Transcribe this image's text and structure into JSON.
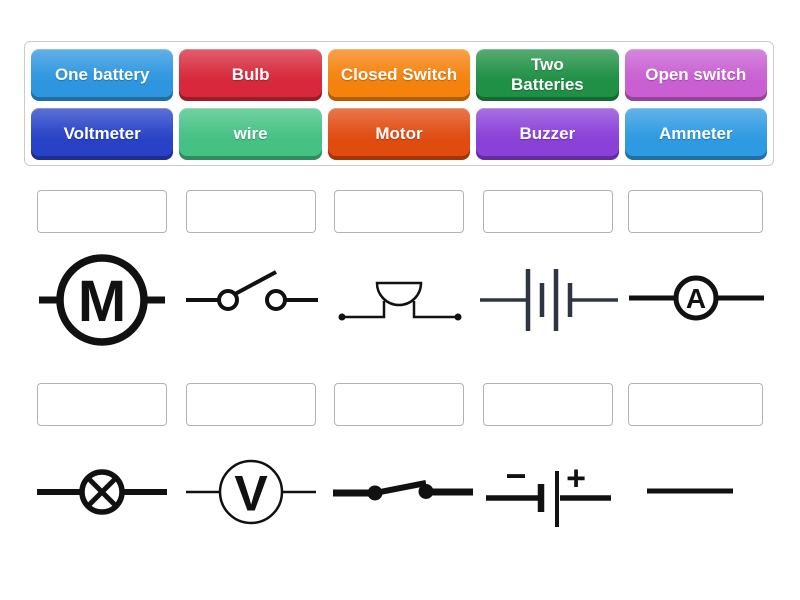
{
  "word_bank": {
    "tiles": [
      {
        "label": "One battery",
        "color": "#2E96E0"
      },
      {
        "label": "Bulb",
        "color": "#D7293B"
      },
      {
        "label": "Closed Switch",
        "color": "#F5820D"
      },
      {
        "label": "Two Batteries",
        "color": "#1F9045"
      },
      {
        "label": "Open switch",
        "color": "#C95FD3"
      },
      {
        "label": "Voltmeter",
        "color": "#2742C6"
      },
      {
        "label": "wire",
        "color": "#45C184"
      },
      {
        "label": "Motor",
        "color": "#E04B10"
      },
      {
        "label": "Buzzer",
        "color": "#8A41D8"
      },
      {
        "label": "Ammeter",
        "color": "#2E9AE2"
      }
    ]
  },
  "board": {
    "rows": [
      {
        "slots": [
          "",
          "",
          "",
          "",
          ""
        ],
        "symbols": [
          {
            "name": "motor",
            "letter": "M"
          },
          {
            "name": "open-switch"
          },
          {
            "name": "buzzer"
          },
          {
            "name": "two-batteries"
          },
          {
            "name": "ammeter",
            "letter": "A"
          }
        ]
      },
      {
        "slots": [
          "",
          "",
          "",
          "",
          ""
        ],
        "symbols": [
          {
            "name": "bulb"
          },
          {
            "name": "voltmeter",
            "letter": "V"
          },
          {
            "name": "closed-switch"
          },
          {
            "name": "one-battery",
            "negative_sign": "−",
            "positive_sign": "+"
          },
          {
            "name": "wire"
          }
        ]
      }
    ]
  },
  "colors": {
    "background": "#ffffff",
    "bank_border": "#cbcbcb",
    "slot_border": "#b3b3b3",
    "symbol_ink": "#111111",
    "two_batteries_ink": "#2F3542"
  }
}
